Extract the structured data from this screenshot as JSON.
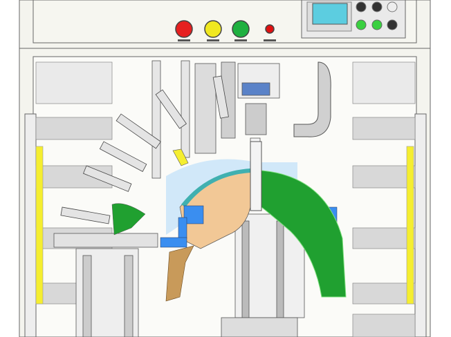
{
  "machine": {
    "indicator_lights": [
      {
        "name": "red-light",
        "color": "#e62020"
      },
      {
        "name": "yellow-light",
        "color": "#f0e820"
      },
      {
        "name": "green-light",
        "color": "#1fb040"
      },
      {
        "name": "small-red-light",
        "color": "#e01010"
      }
    ],
    "hmi_screen_color": "#5ccde0",
    "panel_buttons": [
      {
        "name": "green-button-1",
        "color": "#3ad040"
      },
      {
        "name": "green-button-2",
        "color": "#3ad040"
      },
      {
        "name": "black-button",
        "color": "#333333"
      }
    ],
    "colors": {
      "frame": "#f2f2ea",
      "frame_line": "#555555",
      "green_part": "#20a030",
      "tan_part": "#f2c896",
      "brown_part": "#c89a5a",
      "blue_block": "#3a8ef0",
      "light_blue": "#bfe0fa",
      "teal_ring": "#40b0b0",
      "yellow_guard": "#f5ee30",
      "gray_panel": "#d6d6d6"
    }
  }
}
